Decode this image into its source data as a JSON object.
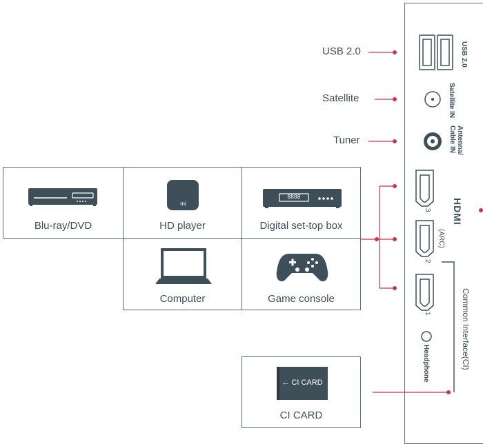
{
  "ports": {
    "usb": "USB 2.0",
    "satellite": "Satellite",
    "tuner": "Tuner"
  },
  "panel": {
    "usb_label": "USB 2.0",
    "satellite_in": "Satellite IN",
    "antenna_line1": "Antenna/",
    "antenna_line2": "Cable IN",
    "hdmi_logo": "HDMI",
    "arc": "(ARC)",
    "hdmi3": "3",
    "hdmi2": "2",
    "hdmi1": "1",
    "headphone": "Headphone",
    "common_interface": "Common Interface(CI)"
  },
  "devices": {
    "bluray": "Blu-ray/DVD",
    "hdplayer": "HD player",
    "settop": "Digital set-top box",
    "computer": "Computer",
    "console": "Game console",
    "ci_card": "CI CARD",
    "ci_card_slot": "← CI CARD",
    "settop_display": "8888",
    "hdplayer_logo": "mi"
  },
  "colors": {
    "accent": "#c8364b",
    "icon": "#3f4f5a",
    "border": "#5d6b74"
  }
}
